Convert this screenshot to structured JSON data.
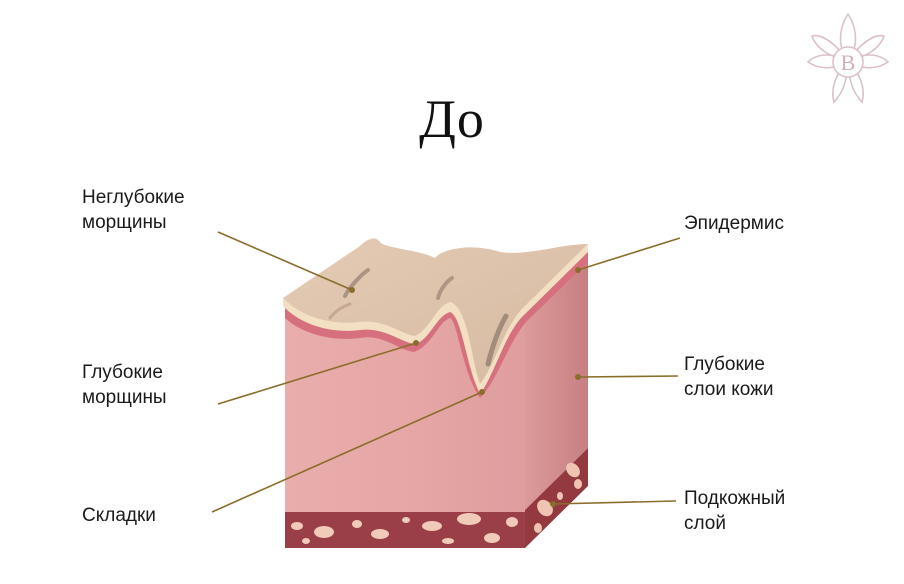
{
  "title": "До",
  "logo": {
    "letter": "B",
    "color": "#d9b9c4"
  },
  "labels": {
    "shallow_wrinkles": [
      "Неглубокие",
      "морщины"
    ],
    "deep_wrinkles": [
      "Глубокие",
      "морщины"
    ],
    "folds": [
      "Складки"
    ],
    "epidermis": [
      "Эпидермис"
    ],
    "deep_skin_layers": [
      "Глубокие",
      "слои кожи"
    ],
    "subcutaneous_layer": [
      "Подкожный",
      "слой"
    ]
  },
  "colors": {
    "leader_line": "#8a6d2a",
    "skin_top": "#dcc2ab",
    "skin_front": "#e3a3a3",
    "skin_side": "#cc8686",
    "subcutaneous": "#9a3f47",
    "fat_cells": "#f1cbb9",
    "epidermis_rim": "#f4e2c4"
  }
}
